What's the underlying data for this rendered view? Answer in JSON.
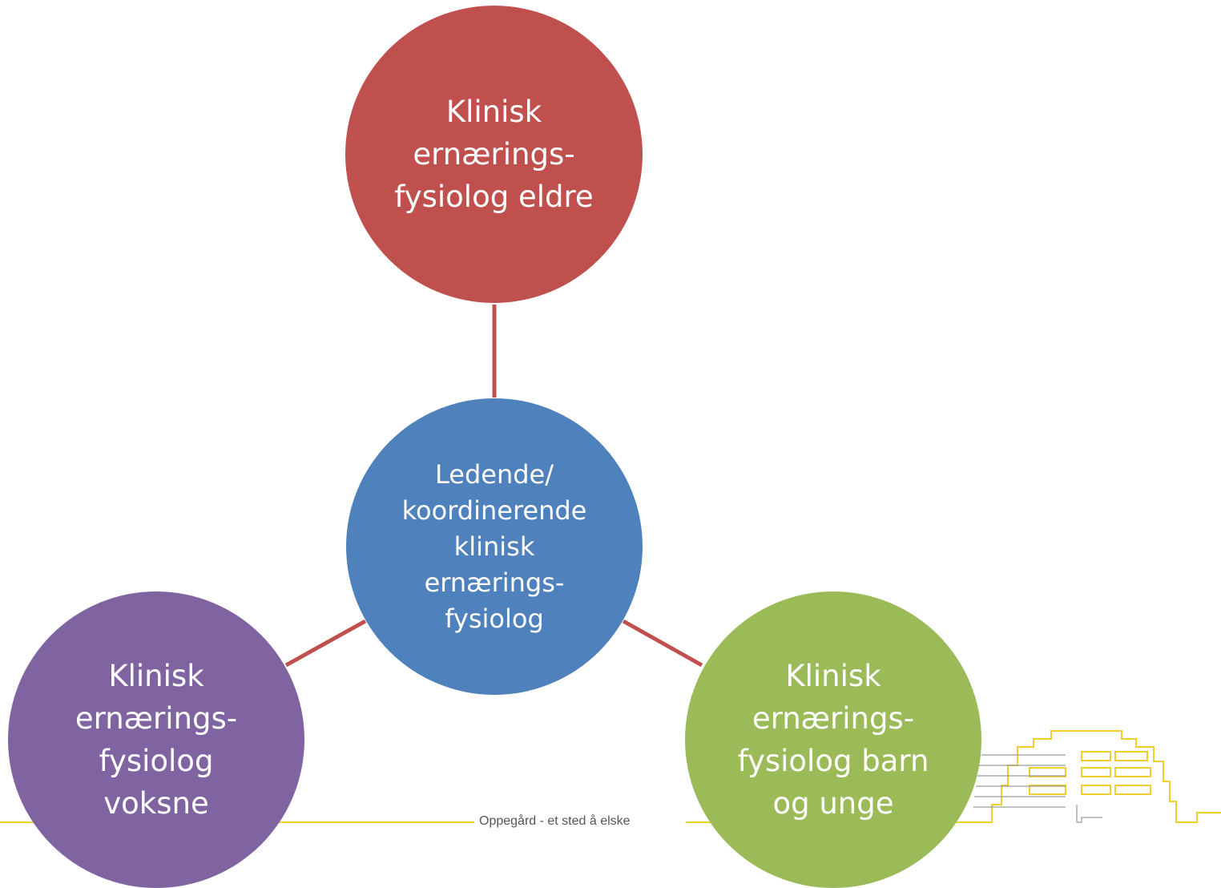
{
  "diagram": {
    "center_node": {
      "label": "Ledende/ koordinerende klinisk ernærings-fysiolog",
      "color": "#4f81bd"
    },
    "top_node": {
      "label": "Klinisk ernærings-fysiolog eldre",
      "color": "#c0504d"
    },
    "left_node": {
      "label": "Klinisk ernærings-fysiolog voksne",
      "color": "#8064a2"
    },
    "right_node": {
      "label": "Klinisk ernærings-fysiolog barn og unge",
      "color": "#9bbb59"
    },
    "connector_color": "#c0504d"
  },
  "footer": {
    "slogan": "Oppegård - et sted å elske",
    "line_color": "#f2cd2e",
    "building_icon": "building-logo-icon"
  }
}
